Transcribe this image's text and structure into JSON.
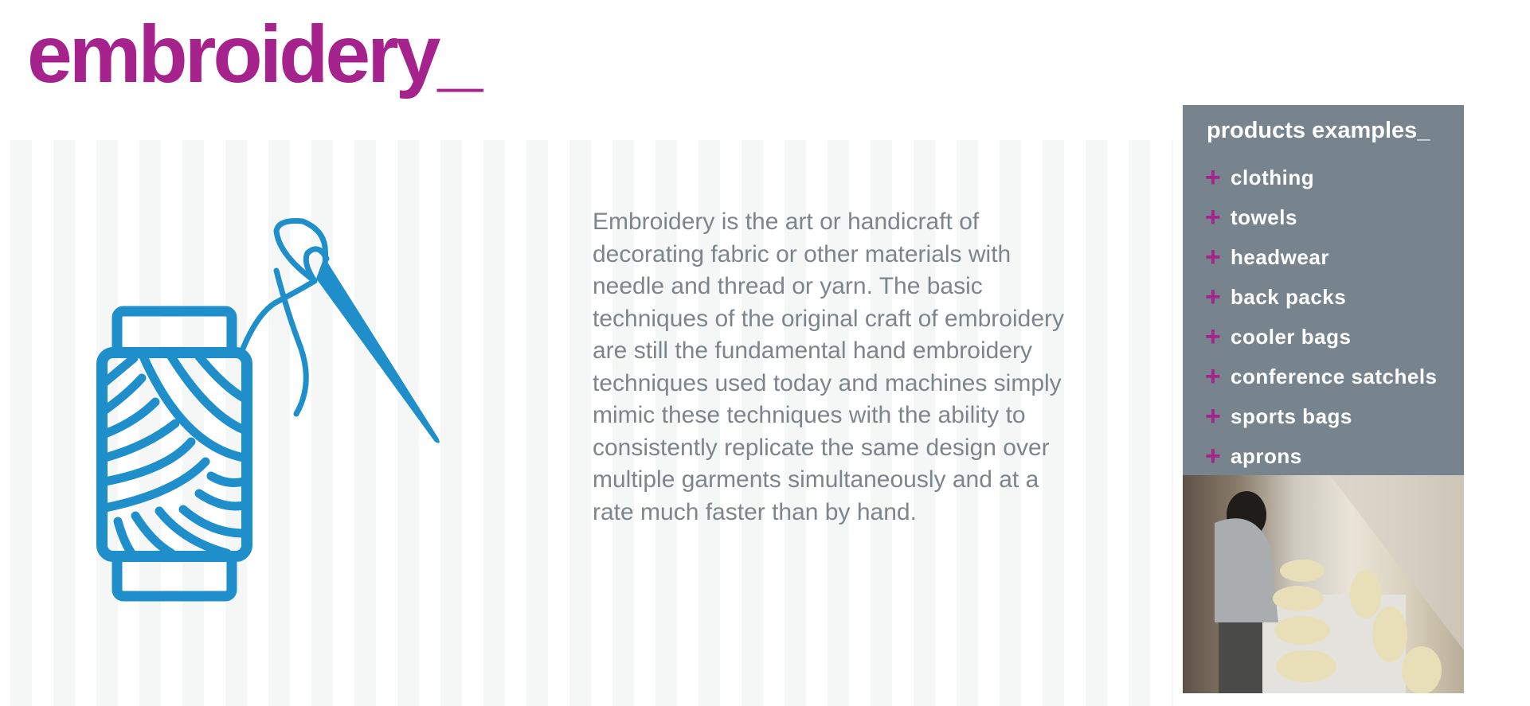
{
  "header": {
    "title": "embroidery_"
  },
  "description": "Embroidery is the art or handicraft of decorating fabric or other materials with needle and thread or yarn. The basic techniques of the original craft of embroidery are still the fundamental hand embroidery techniques used today and machines simply mimic these techniques with the ability to consistently replicate the same design over multiple garments simultaneously and at a rate much faster than by hand.",
  "products": {
    "title": "products examples_",
    "bullet": "+",
    "items": [
      "clothing",
      "towels",
      "headwear",
      "back packs",
      "cooler bags",
      "conference satchels",
      "sports bags",
      "aprons"
    ]
  },
  "colors": {
    "accent": "#a6228c",
    "icon": "#1e8fcb",
    "panel": "#77838d",
    "text": "#7d858c"
  }
}
